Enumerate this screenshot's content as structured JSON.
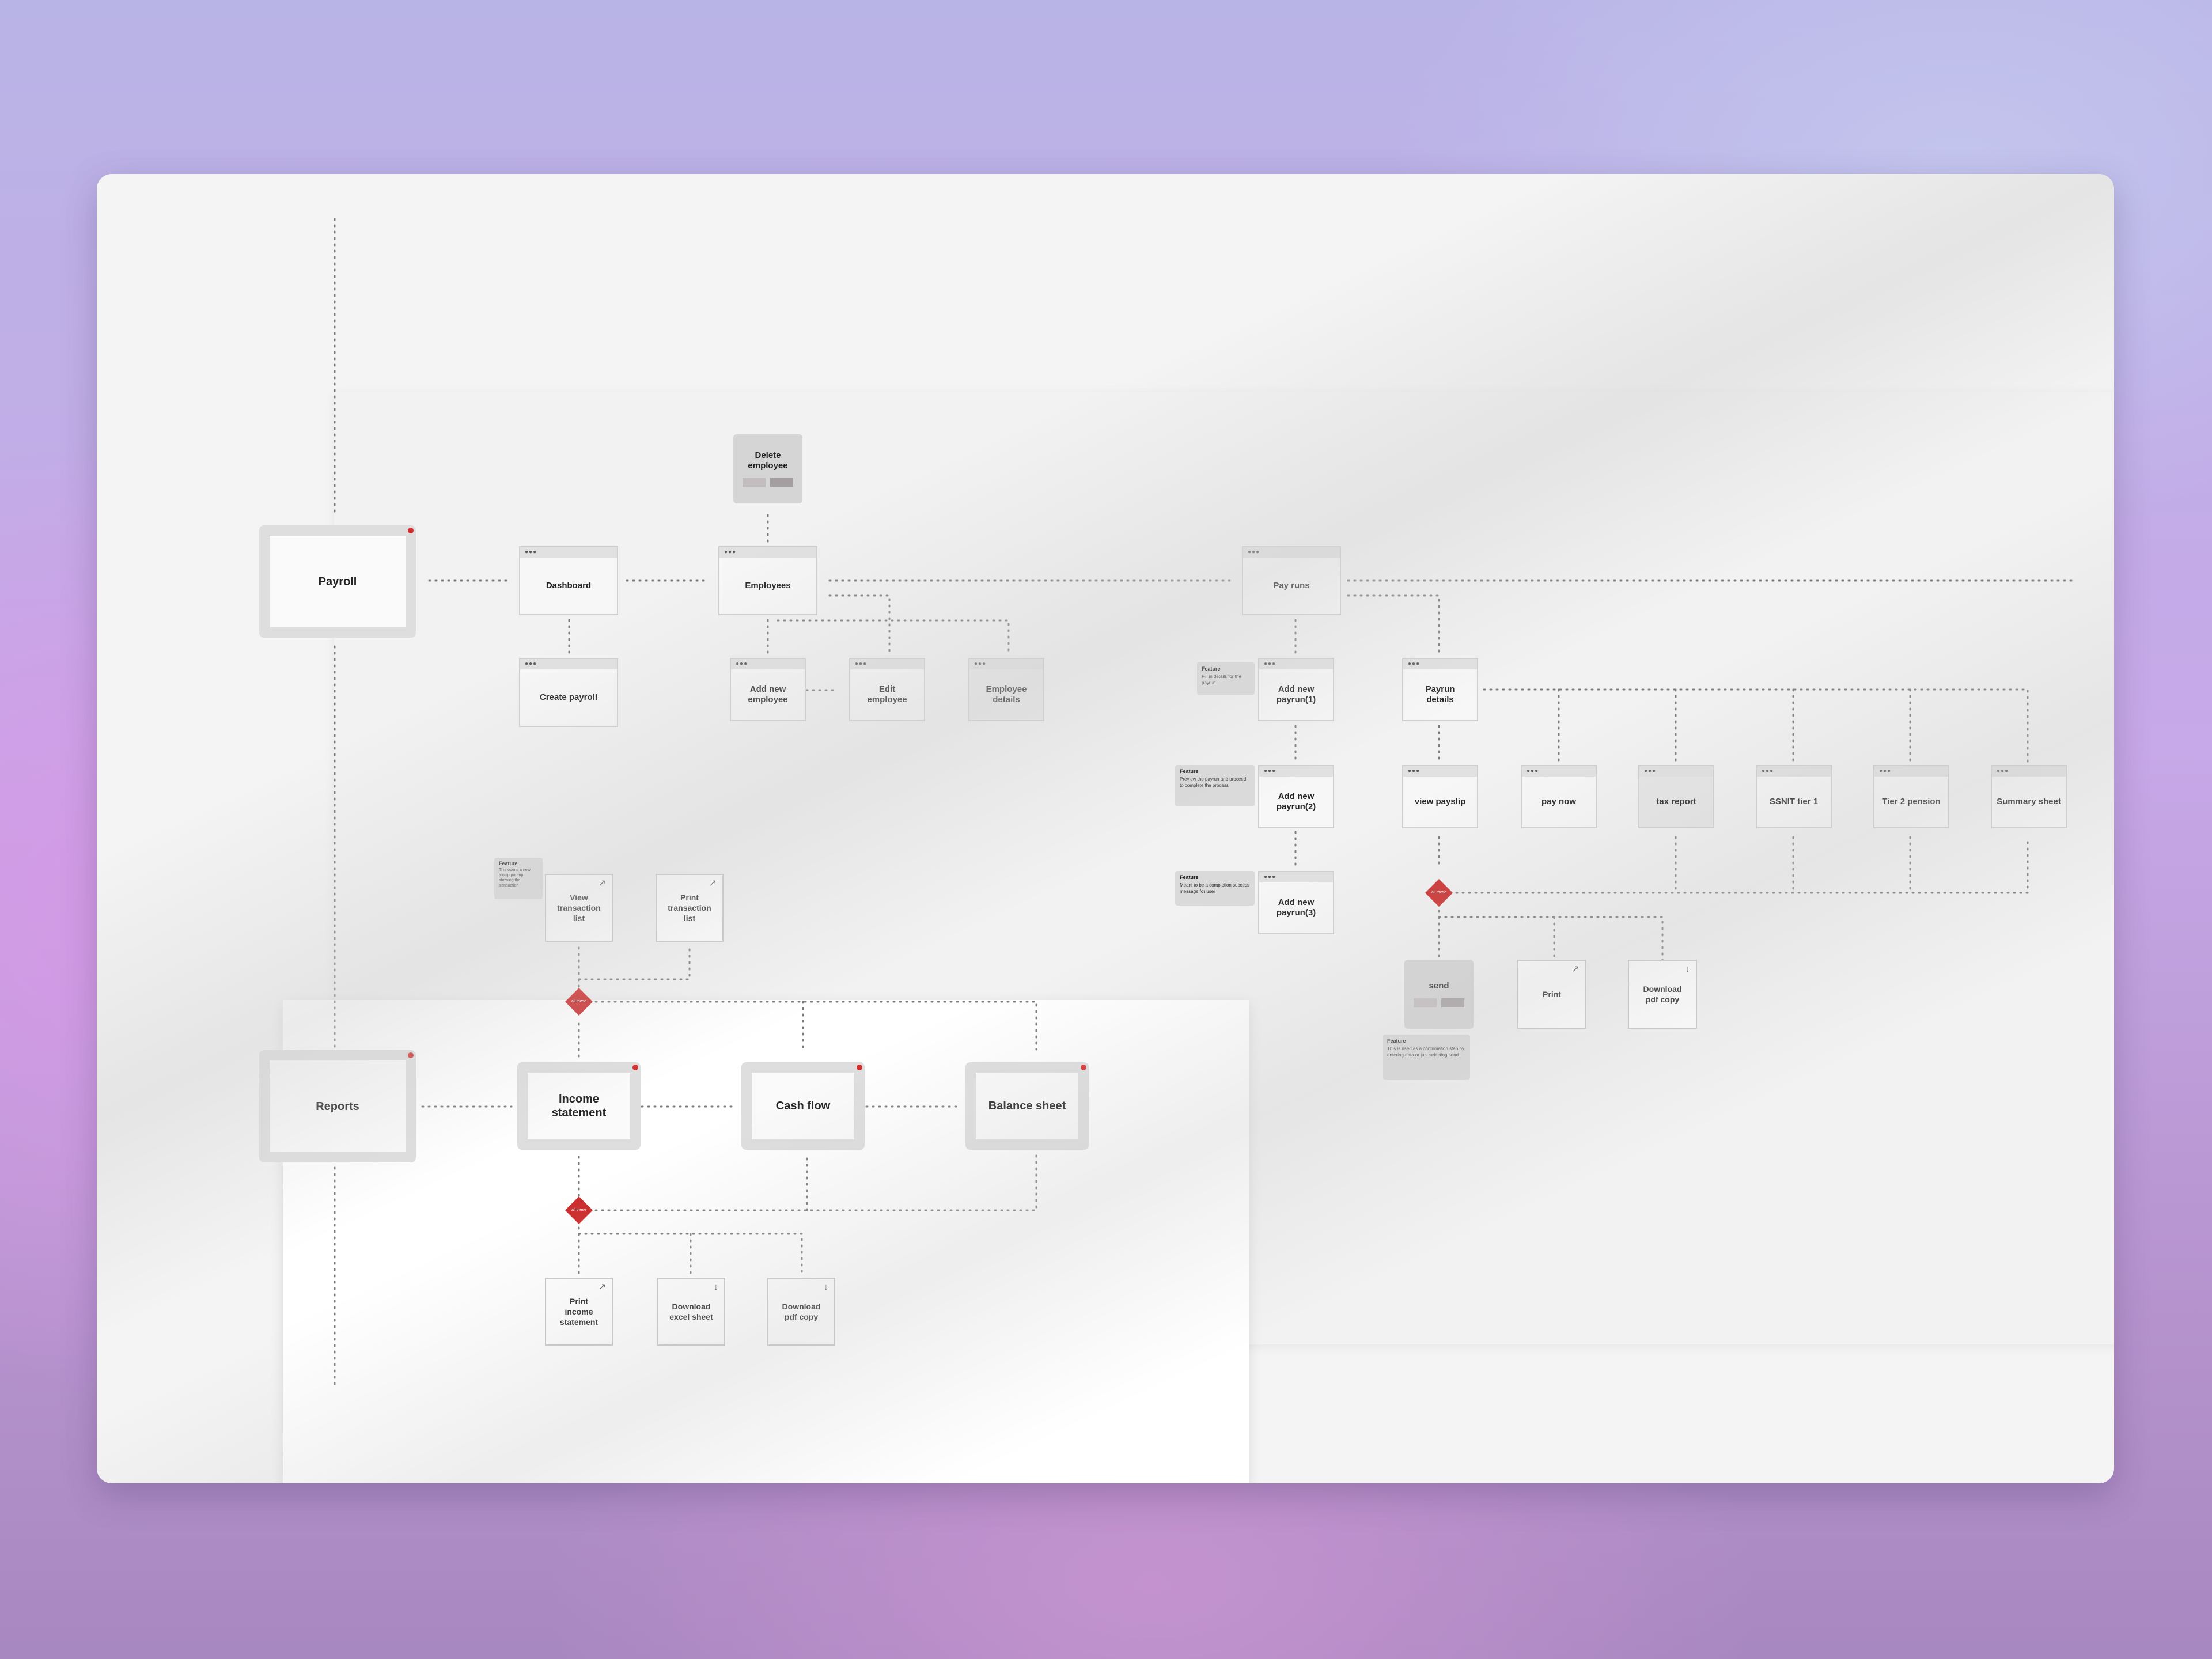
{
  "nodes": {
    "payroll": "Payroll",
    "dashboard": "Dashboard",
    "employees": "Employees",
    "pay_runs": "Pay runs",
    "create_payroll": "Create payroll",
    "delete_employee": "Delete employee",
    "add_new_employee": "Add new employee",
    "edit_employee": "Edit employee",
    "employee_details": "Employee details",
    "add_new_payrun_1": "Add new payrun(1)",
    "add_new_payrun_2": "Add new payrun(2)",
    "add_new_payrun_3": "Add new payrun(3)",
    "payrun_details": "Payrun details",
    "view_payslip": "view payslip",
    "pay_now": "pay now",
    "tax_report": "tax report",
    "ssnit_tier_1": "SSNIT tier 1",
    "tier_2_pension": "Tier 2 pension",
    "summary_sheet": "Summary sheet",
    "send": "send",
    "print": "Print",
    "download_pdf_copy_payrun": "Download pdf copy",
    "reports": "Reports",
    "income_statement": "Income statement",
    "cash_flow": "Cash flow",
    "balance_sheet": "Balance sheet",
    "view_transaction_list": "View transaction list",
    "print_transaction_list": "Print transaction list",
    "print_income_statement": "Print income statement",
    "download_excel_sheet": "Download excel sheet",
    "download_pdf_copy_reports": "Download pdf copy"
  },
  "notes": {
    "payrun1": {
      "title": "Feature",
      "text": "Fill in details for the payrun"
    },
    "payrun2": {
      "title": "Feature",
      "text": "Preview the payrun and proceed to complete the process"
    },
    "payrun3": {
      "title": "Feature",
      "text": "Meant to be a completion success message for user"
    },
    "send": {
      "title": "Feature",
      "text": "This is used as a confirmation step by entering data or just selecting send"
    },
    "view_transaction": {
      "title": "Feature",
      "text": "This opens a new tooltip pop-up showing the transaction"
    }
  },
  "decision_label": "all these",
  "browser_dots": "●●●",
  "icons": {
    "external": "↗",
    "download": "↓"
  },
  "colors": {
    "accent": "#cc2b2b",
    "node_border": "#cfcfcf",
    "connector": "#7a7a7a"
  }
}
